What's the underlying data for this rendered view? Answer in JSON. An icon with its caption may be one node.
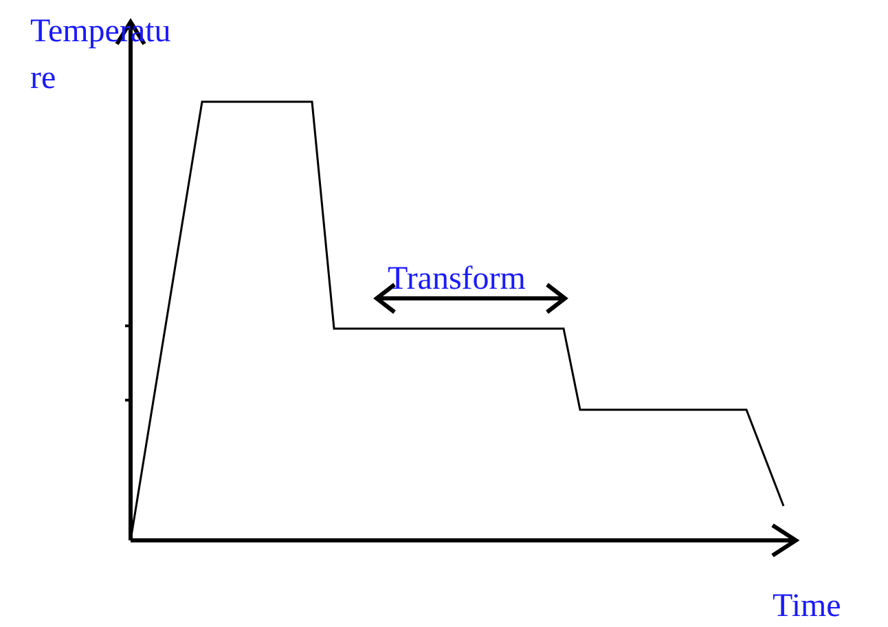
{
  "diagram": {
    "labels": [
      "Temperatu re",
      "Transform",
      "Time"
    ]
  }
}
